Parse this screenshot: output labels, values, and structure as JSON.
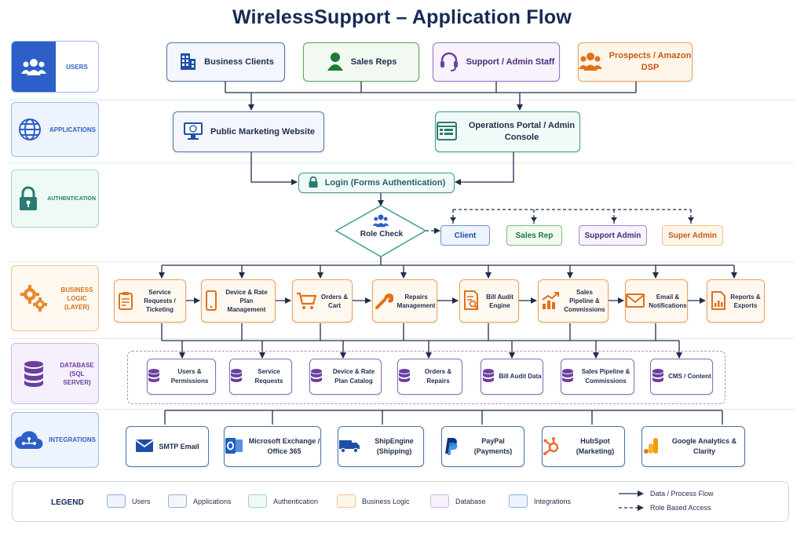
{
  "title": "WirelessSupport – Application Flow",
  "colors": {
    "users": "#2c5fc7",
    "applications": "#4f74a8",
    "authentication": "#3e9c90",
    "business": "#efa25a",
    "database": "#8d6bbf",
    "integrations": "#4f74a8"
  },
  "lanes": {
    "users": "USERS",
    "applications": "APPLICATIONS",
    "authentication": "AUTHENTICATION",
    "business": "BUSINESS LOGIC (LAYER)",
    "database": "DATABASE (SQL SERVER)",
    "integrations": "INTEGRATIONS"
  },
  "users": [
    {
      "label": "Business Clients",
      "icon": "building-icon"
    },
    {
      "label": "Sales Reps",
      "icon": "person-icon"
    },
    {
      "label": "Support / Admin Staff",
      "icon": "headset-icon"
    },
    {
      "label": "Prospects / Amazon DSP",
      "icon": "group-icon"
    }
  ],
  "applications": [
    {
      "label": "Public Marketing Website",
      "icon": "monitor-icon"
    },
    {
      "label": "Operations Portal / Admin Console",
      "icon": "console-icon"
    }
  ],
  "auth": {
    "login": "Login (Forms Authentication)",
    "icon": "lock-icon"
  },
  "role_check": "Role Check",
  "roles": [
    "Client",
    "Sales Rep",
    "Support Admin",
    "Super Admin"
  ],
  "business": [
    {
      "label": "Service Requests / Ticketing",
      "icon": "clipboard-icon"
    },
    {
      "label": "Device & Rate Plan Management",
      "icon": "phone-icon"
    },
    {
      "label": "Orders & Cart",
      "icon": "cart-icon"
    },
    {
      "label": "Repairs Management",
      "icon": "wrench-icon"
    },
    {
      "label": "Bill Audit Engine",
      "icon": "bill-search-icon"
    },
    {
      "label": "Sales Pipeline & Commissions",
      "icon": "trend-chart-icon"
    },
    {
      "label": "Email & Notifications",
      "icon": "envelope-icon"
    },
    {
      "label": "Reports & Exports",
      "icon": "report-icon"
    }
  ],
  "database": [
    "Users & Permissions",
    "Service Requests",
    "Device & Rate Plan Catalog",
    "Orders & Repairs",
    "Bill Audit Data",
    "Sales Pipeline & Commissions",
    "CMS / Content"
  ],
  "integrations": [
    {
      "label": "SMTP Email",
      "icon": "mail-icon"
    },
    {
      "label": "Microsoft Exchange / Office 365",
      "icon": "outlook-icon"
    },
    {
      "label": "ShipEngine (Shipping)",
      "icon": "truck-icon"
    },
    {
      "label": "PayPal (Payments)",
      "icon": "paypal-icon"
    },
    {
      "label": "HubSpot (Marketing)",
      "icon": "hubspot-icon"
    },
    {
      "label": "Google Analytics & Clarity",
      "icon": "analytics-icon"
    }
  ],
  "legend": {
    "title": "LEGEND",
    "items": [
      "Users",
      "Applications",
      "Authentication",
      "Business Logic",
      "Database",
      "Integrations"
    ],
    "flow": "Data / Process Flow",
    "role": "Role Based Access"
  }
}
